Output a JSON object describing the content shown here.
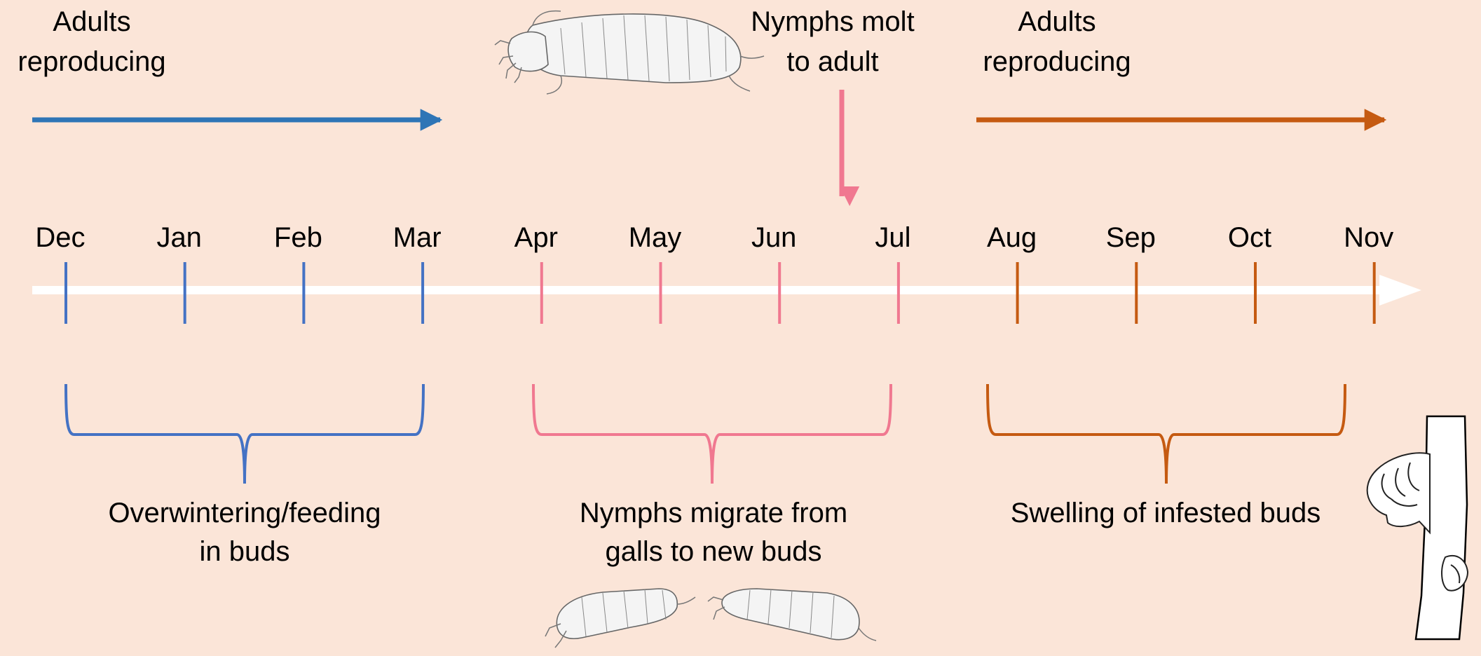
{
  "top_labels": {
    "adults_left": [
      "Adults",
      "reproducing"
    ],
    "molt": [
      "Nymphs molt",
      "to adult"
    ],
    "adults_right": [
      "Adults",
      "reproducing"
    ]
  },
  "months": [
    "Dec",
    "Jan",
    "Feb",
    "Mar",
    "Apr",
    "May",
    "Jun",
    "Jul",
    "Aug",
    "Sep",
    "Oct",
    "Nov"
  ],
  "phases": [
    {
      "label": [
        "Overwintering/feeding",
        "in buds"
      ],
      "color": "#4472c4"
    },
    {
      "label": [
        "Nymphs migrate from",
        "galls to new buds"
      ],
      "color": "#f07890"
    },
    {
      "label": [
        "Swelling of infested buds"
      ],
      "color": "#c55a11"
    }
  ],
  "colors": {
    "background": "#fbe5d8",
    "timeline": "#ffffff",
    "winter": "#4472c4",
    "spring": "#f07890",
    "autumn": "#c55a11",
    "drawing_stroke": "#555555"
  },
  "icons": [
    "mite-adult-illustration",
    "mite-nymph-illustration",
    "mite-nymph-illustration",
    "infested-twig-illustration"
  ]
}
